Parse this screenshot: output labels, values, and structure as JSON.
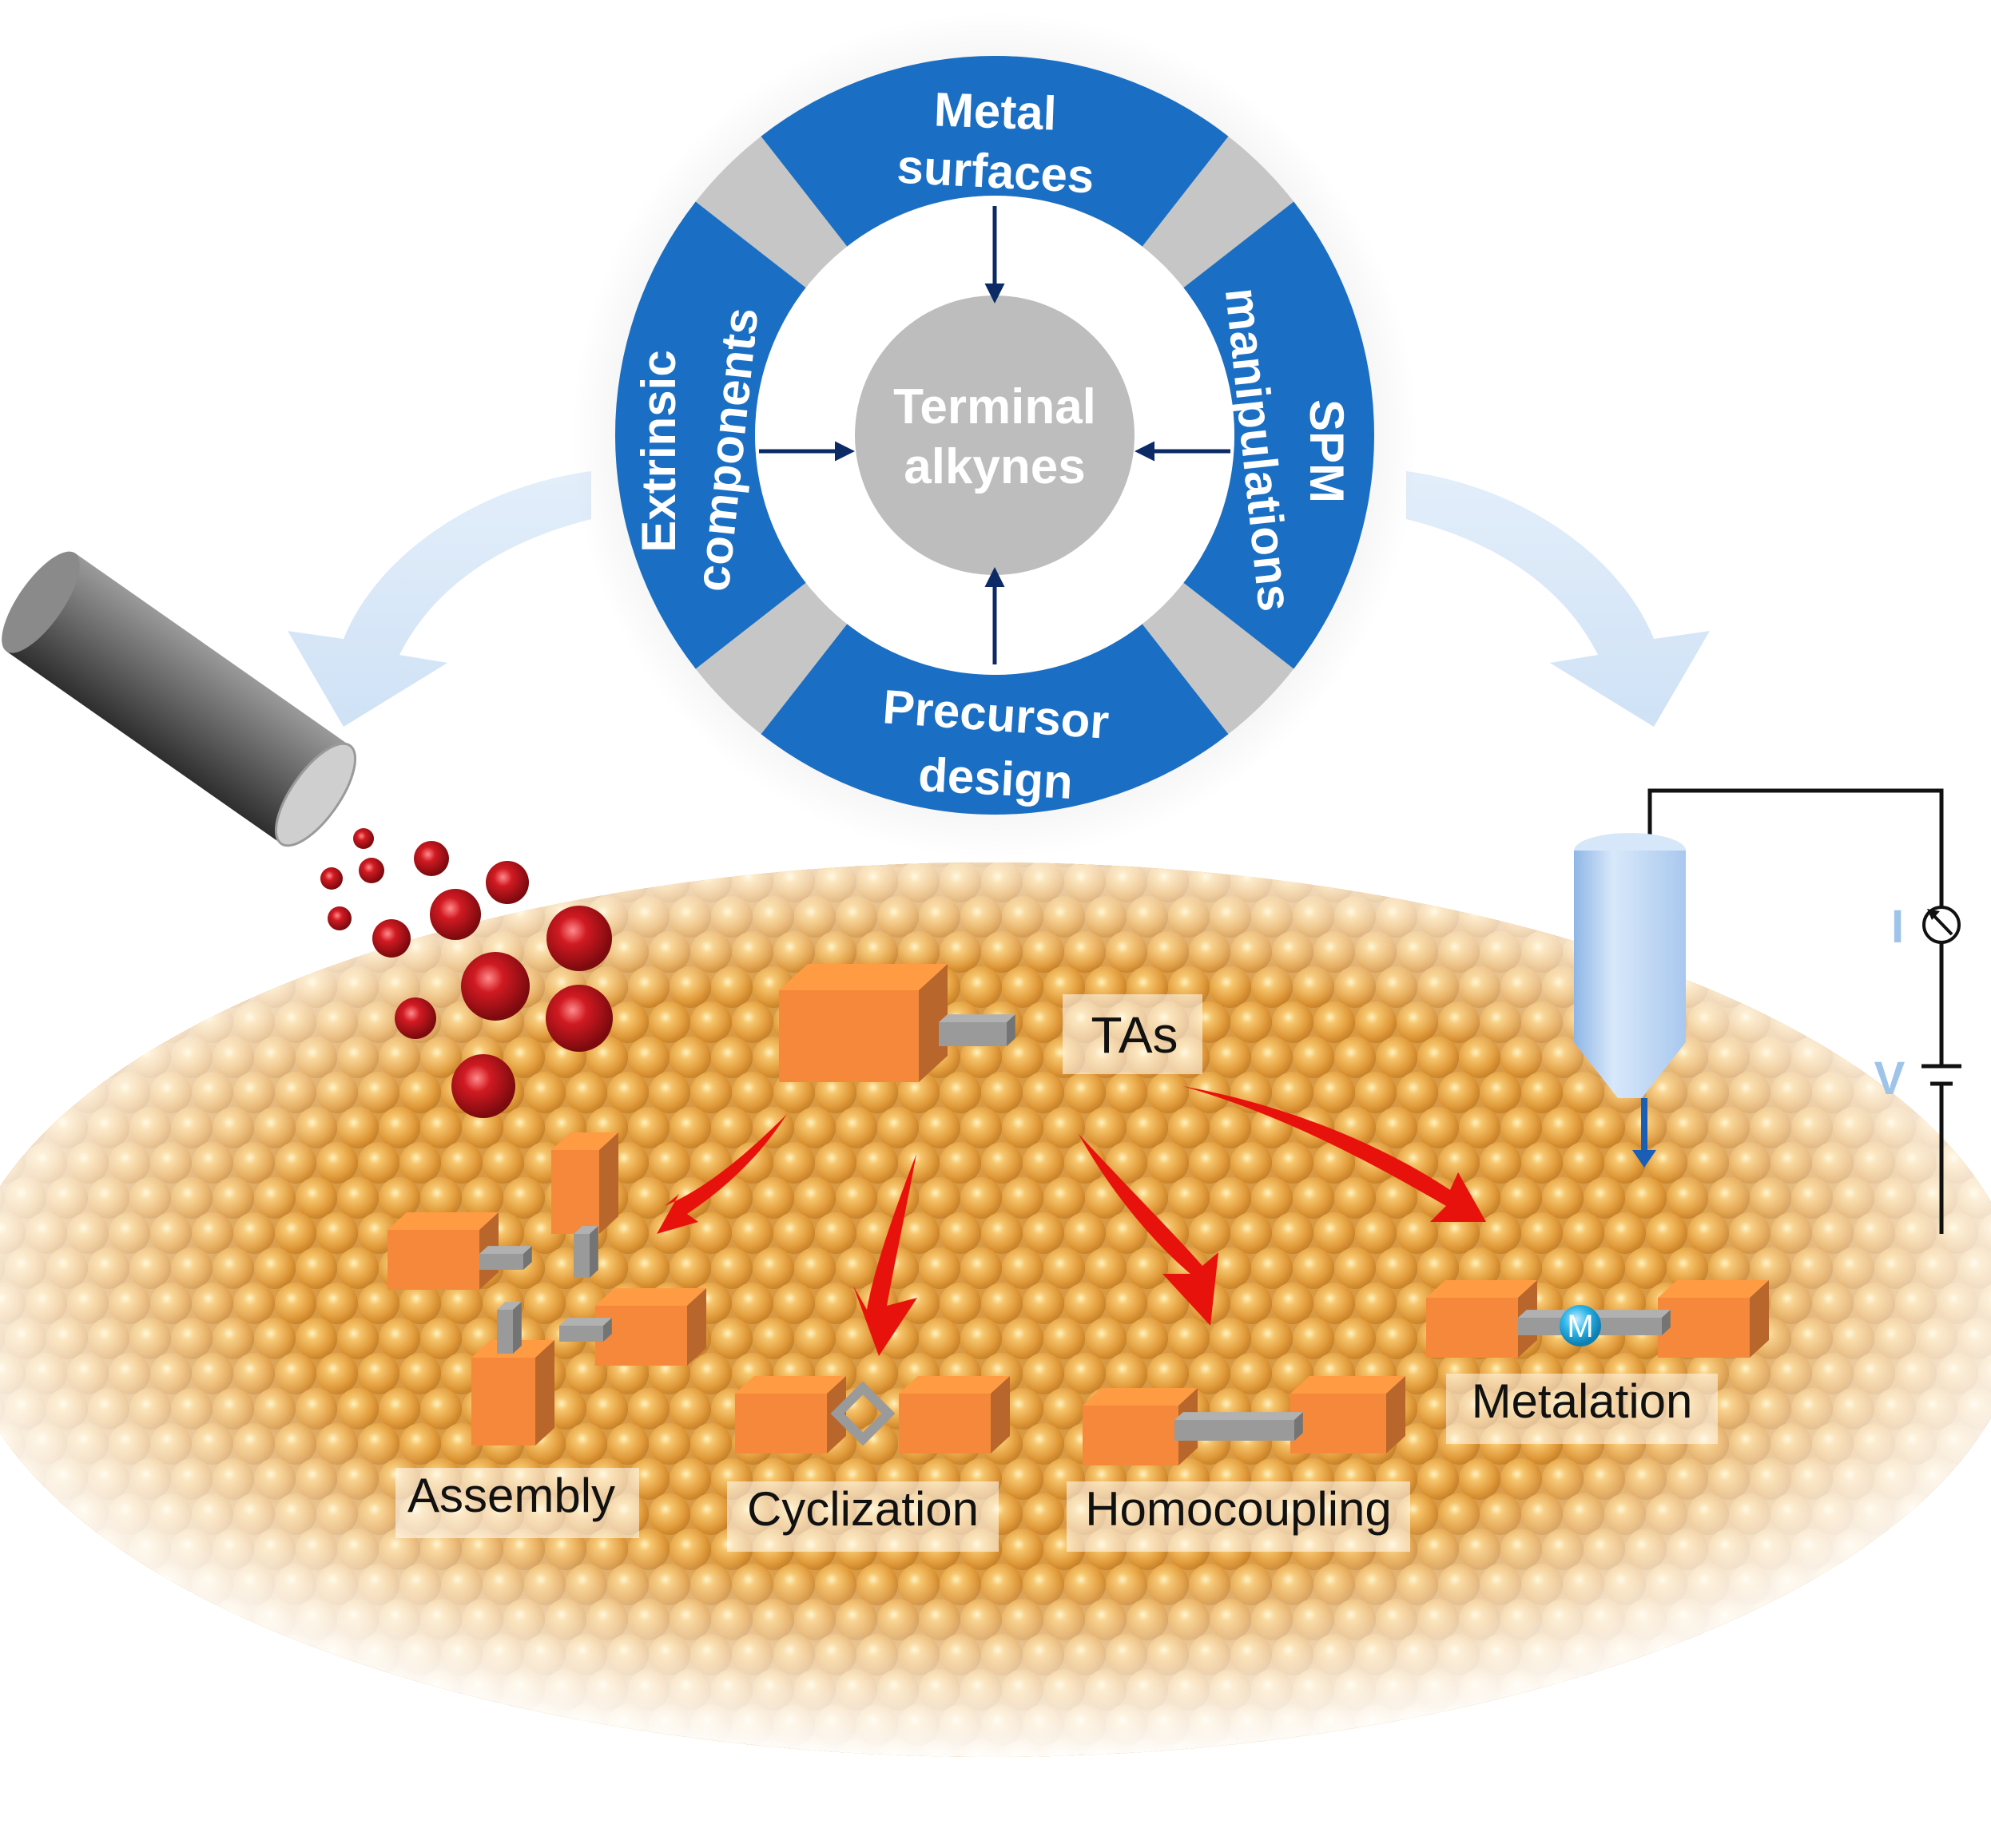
{
  "center": {
    "line1": "Terminal",
    "line2": "alkynes"
  },
  "ring": {
    "top": [
      "Metal",
      "surfaces"
    ],
    "right": [
      "SPM",
      "manipulations"
    ],
    "bottom": [
      "Precursor",
      "design"
    ],
    "left": [
      "Extrinsic",
      "components"
    ]
  },
  "precursor_label": "TAs",
  "reactions": [
    "Assembly",
    "Cyclization",
    "Homocoupling",
    "Metalation"
  ],
  "metal_symbol": "M",
  "circuit": {
    "current": "I",
    "voltage": "V"
  },
  "colors": {
    "ring_blue": "#1a6fc4",
    "ring_gap": "#c6c6c6",
    "center_gray": "#bdbdbd",
    "block_orange": "#f5883a",
    "link_gray": "#9a9a9a",
    "arrow_red": "#e8120c",
    "atom_gold": "#e9a94a",
    "particle_red": "#c8101a",
    "tip_blue": "#b7d3f2",
    "metal_cyan": "#2fb6ea",
    "navy": "#0c2a66"
  }
}
